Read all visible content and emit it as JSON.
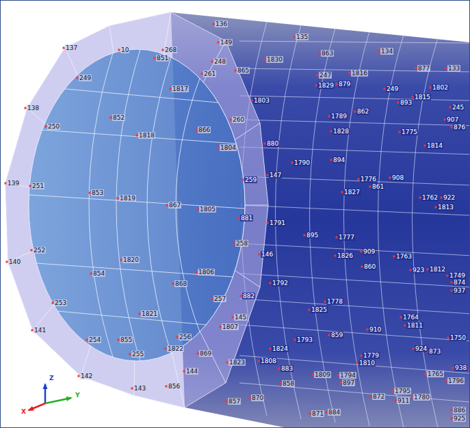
{
  "diagram": {
    "labels": [
      "136",
      "135",
      "134",
      "133",
      "137",
      "10",
      "268",
      "149",
      "863",
      "877",
      "851",
      "248",
      "865",
      "1830",
      "247",
      "1816",
      "1829",
      "879",
      "249",
      "1802",
      "1815",
      "893",
      "245",
      "907",
      "876",
      "249",
      "261",
      "1817",
      "1803",
      "138",
      "250",
      "852",
      "866",
      "1818",
      "260",
      "1789",
      "862",
      "1828",
      "1775",
      "1814",
      "880",
      "1804",
      "894",
      "1790",
      "908",
      "147",
      "259",
      "1776",
      "861",
      "1827",
      "1762",
      "922",
      "1813",
      "139",
      "251",
      "853",
      "1819",
      "867",
      "1805",
      "881",
      "1791",
      "895",
      "1777",
      "909",
      "258",
      "146",
      "1826",
      "860",
      "1763",
      "923",
      "1812",
      "1749",
      "874",
      "937",
      "140",
      "252",
      "1820",
      "854",
      "868",
      "1806",
      "1792",
      "882",
      "257",
      "1778",
      "1825",
      "1764",
      "1811",
      "253",
      "1821",
      "1807",
      "145",
      "910",
      "859",
      "1793",
      "1750",
      "141",
      "254",
      "855",
      "256",
      "869",
      "1822",
      "255",
      "1824",
      "1779",
      "1810",
      "924",
      "873",
      "1823",
      "1808",
      "883",
      "144",
      "142",
      "143",
      "856",
      "858",
      "1809",
      "1794",
      "897",
      "1765",
      "1796",
      "938",
      "857",
      "870",
      "871",
      "884",
      "872",
      "1795",
      "1780",
      "911",
      "886",
      "925",
      "Z",
      "Y",
      "X"
    ]
  }
}
